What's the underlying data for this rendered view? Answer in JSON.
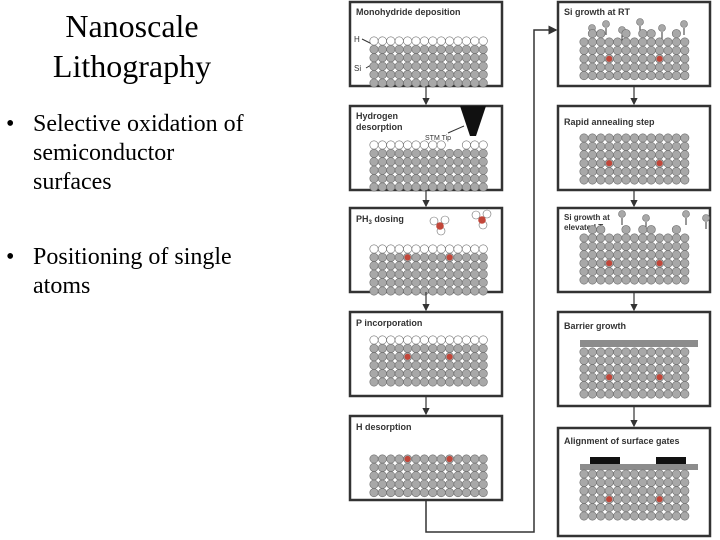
{
  "slide": {
    "title_line1": "Nanoscale",
    "title_line2": "Lithography",
    "bullets": [
      {
        "marker": "•",
        "lines": [
          "Selective oxidation of",
          "semiconductor",
          "surfaces"
        ]
      },
      {
        "marker": "•",
        "lines": [
          "Positioning of single",
          "atoms"
        ]
      }
    ]
  },
  "diagram": {
    "colors": {
      "atom_fill": "#a8a8a8",
      "atom_edge": "#6e6e6e",
      "phosphorus": "#c2473a",
      "frame": "#333333",
      "gate": "#111111",
      "barrier": "#8c8c8c"
    },
    "left_steps": [
      {
        "label": "Monohydride deposition",
        "labels_extra": [
          "H",
          "Si"
        ]
      },
      {
        "label": "Hydrogen",
        "label2": "desorption",
        "annotation": "STM Tip"
      },
      {
        "label": "PH",
        "sub": "3",
        "label_rest": " dosing"
      },
      {
        "label": "P incorporation"
      },
      {
        "label": "H desorption"
      }
    ],
    "right_steps": [
      {
        "label": "Si growth at RT"
      },
      {
        "label": "Rapid annealing step"
      },
      {
        "label": "Si growth at",
        "label2": "elevated T"
      },
      {
        "label": "Barrier growth"
      },
      {
        "label": "Alignment of surface gates"
      }
    ]
  }
}
